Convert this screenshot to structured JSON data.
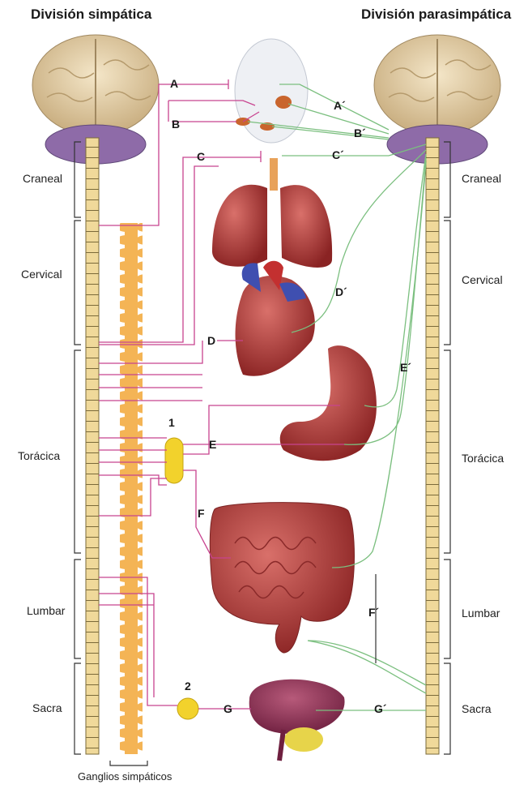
{
  "titles": {
    "left": "División simpática",
    "right": "División parasimpática"
  },
  "regions_left": {
    "craneal": "Craneal",
    "cervical": "Cervical",
    "toracica": "Torácica",
    "lumbar": "Lumbar",
    "sacra": "Sacra"
  },
  "regions_right": {
    "craneal": "Craneal",
    "cervical": "Cervical",
    "toracica": "Torácica",
    "lumbar": "Lumbar",
    "sacra": "Sacra"
  },
  "labels": {
    "A": "A",
    "B": "B",
    "C": "C",
    "D": "D",
    "E": "E",
    "F": "F",
    "G": "G",
    "A2": "A´",
    "B2": "B´",
    "C2": "C´",
    "D2": "D´",
    "E2": "E´",
    "F2": "F´",
    "G2": "G´",
    "ganglion1": "1",
    "ganglion2": "2"
  },
  "caption": "Ganglios simpáticos",
  "colors": {
    "sympathetic": "#c8438f",
    "parasympathetic": "#7bbf7f",
    "spine": "#f0d99a",
    "brain": "#e8d6b0",
    "cerebellum": "#8e6ba8",
    "ganglia": "#f4b455",
    "organ": "#b83a3a"
  }
}
